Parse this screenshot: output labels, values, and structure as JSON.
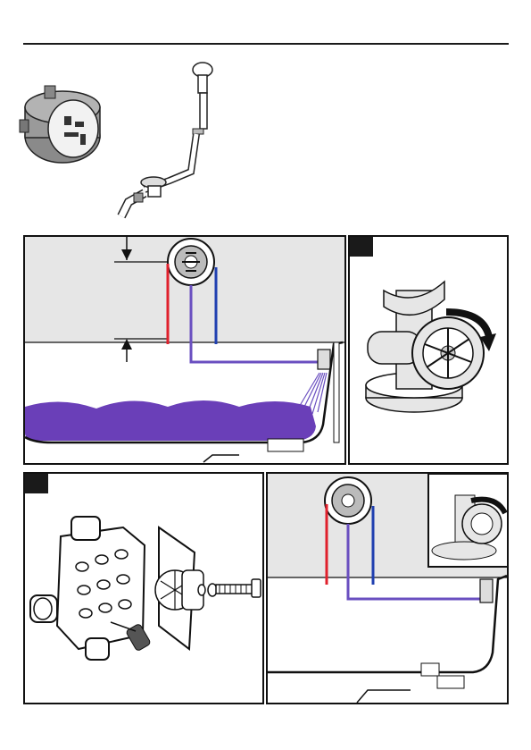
{
  "document": {
    "type": "installation-diagram-page",
    "panels": [
      {
        "id": "A",
        "step_marker": "",
        "content": "measure-height-above-tub"
      },
      {
        "id": "B",
        "step_marker": "",
        "content": "open-valve-handle"
      },
      {
        "id": "C",
        "step_marker": "",
        "content": "valve-body-assembly"
      },
      {
        "id": "D",
        "step_marker": "",
        "content": "installed-valve-over-tub"
      }
    ]
  },
  "colors": {
    "hot_line": "#e0202c",
    "cold_line": "#1f3fb0",
    "mixed_line": "#6a4fc0",
    "water": "#6a3fb8",
    "wall": "#e6e6e6",
    "outline": "#111111"
  },
  "icons": [
    "rough-in-box-icon",
    "bath-drain-overflow-icon",
    "valve-handle-icon",
    "screw-icon",
    "arrow-down-icon",
    "arrow-up-icon",
    "rotate-arrow-icon"
  ]
}
